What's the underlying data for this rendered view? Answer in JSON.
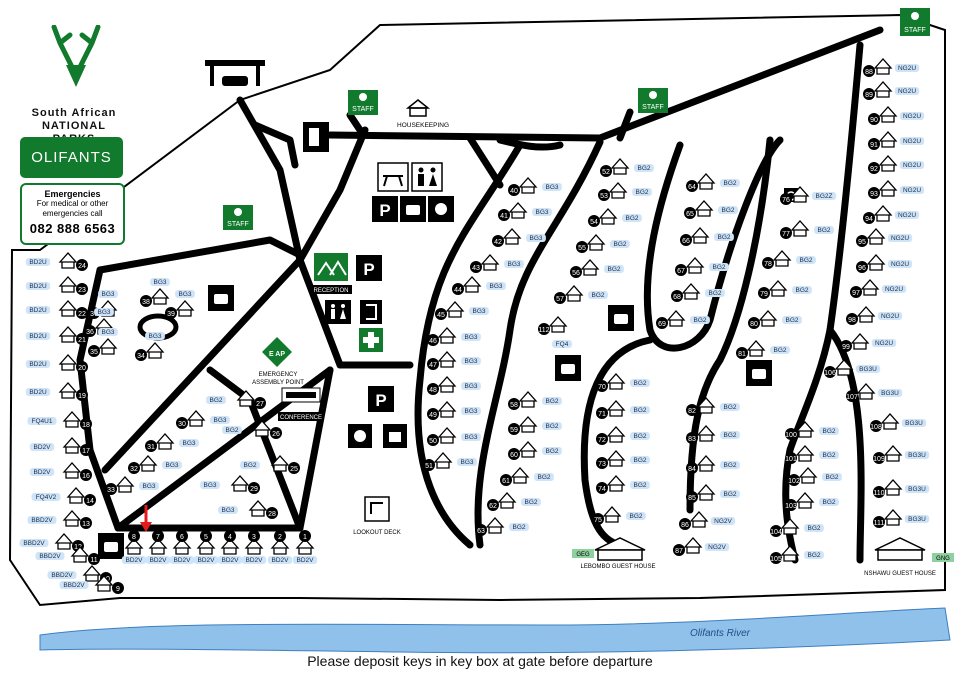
{
  "brand": {
    "name_line1": "South African",
    "name_line2": "NATIONAL PARKS",
    "camp": "OLIFANTS"
  },
  "emergency": {
    "title": "Emergencies",
    "line1": "For medical or other",
    "line2": "emergencies call",
    "phone": "082 888 6563"
  },
  "labels": {
    "staff": "STAFF",
    "housekeeping": "HOUSEKEEPING",
    "reception": "RECEPTION",
    "emergency_sign": "E  AP",
    "emergency_point_1": "EMERGENCY",
    "emergency_point_2": "ASSEMBLY POINT",
    "conference": "CONFERENCE",
    "lookout": "LOOKOUT DECK",
    "lebombo": "LEBOMBO GUEST HOUSE",
    "nshawu": "NSHAWU GUEST HOUSE",
    "river": "Olifants River",
    "geg": "GEG",
    "gng": "GNG"
  },
  "footer": "Please deposit keys in key box at gate before departure",
  "units": [
    {
      "n": "24",
      "c": "BD2U"
    },
    {
      "n": "23",
      "c": "BD2U"
    },
    {
      "n": "22",
      "c": "BD2U"
    },
    {
      "n": "21",
      "c": "BD2U"
    },
    {
      "n": "20",
      "c": "BD2U"
    },
    {
      "n": "19",
      "c": "BD2U"
    },
    {
      "n": "18",
      "c": "FQ4U1"
    },
    {
      "n": "17",
      "c": "BD2V"
    },
    {
      "n": "16",
      "c": "BD2V"
    },
    {
      "n": "14",
      "c": "FQ4V2"
    },
    {
      "n": "13",
      "c": "BBD2V"
    },
    {
      "n": "12",
      "c": "BBD2V"
    },
    {
      "n": "11",
      "c": "BBD2V"
    },
    {
      "n": "10",
      "c": "BBD2V"
    },
    {
      "n": "9",
      "c": "BBD2V"
    },
    {
      "n": "8",
      "c": "BD2V"
    },
    {
      "n": "7",
      "c": "BD2V"
    },
    {
      "n": "6",
      "c": "BD2V"
    },
    {
      "n": "5",
      "c": "BD2V"
    },
    {
      "n": "4",
      "c": "BD2V"
    },
    {
      "n": "3",
      "c": "BD2V"
    },
    {
      "n": "2",
      "c": "BD2V"
    },
    {
      "n": "1",
      "c": "BD2V"
    },
    {
      "n": "38",
      "c": "BG3"
    },
    {
      "n": "39",
      "c": "BG3"
    },
    {
      "n": "37",
      "c": "BG3"
    },
    {
      "n": "36",
      "c": "BG3"
    },
    {
      "n": "35",
      "c": "BG3"
    },
    {
      "n": "34",
      "c": "BG3"
    },
    {
      "n": "30",
      "c": "BG3"
    },
    {
      "n": "31",
      "c": "BG3"
    },
    {
      "n": "32",
      "c": "BG3"
    },
    {
      "n": "33",
      "c": "BG3"
    },
    {
      "n": "29",
      "c": "BG3"
    },
    {
      "n": "28",
      "c": "BG3"
    },
    {
      "n": "27",
      "c": "BG2"
    },
    {
      "n": "26",
      "c": "BG2"
    },
    {
      "n": "25",
      "c": "BG2"
    },
    {
      "n": "40",
      "c": "BG3"
    },
    {
      "n": "41",
      "c": "BG3"
    },
    {
      "n": "42",
      "c": "BG3"
    },
    {
      "n": "43",
      "c": "BG3"
    },
    {
      "n": "44",
      "c": "BG3"
    },
    {
      "n": "45",
      "c": "BG3"
    },
    {
      "n": "46",
      "c": "BG3"
    },
    {
      "n": "47",
      "c": "BG3"
    },
    {
      "n": "48",
      "c": "BG3"
    },
    {
      "n": "49",
      "c": "BG3"
    },
    {
      "n": "50",
      "c": "BG3"
    },
    {
      "n": "51",
      "c": "BG3"
    },
    {
      "n": "52",
      "c": "BG2"
    },
    {
      "n": "53",
      "c": "BG2"
    },
    {
      "n": "54",
      "c": "BG2"
    },
    {
      "n": "55",
      "c": "BG2"
    },
    {
      "n": "56",
      "c": "BG2"
    },
    {
      "n": "57",
      "c": "BG2"
    },
    {
      "n": "112",
      "c": "FQ4"
    },
    {
      "n": "58",
      "c": "BG2"
    },
    {
      "n": "59",
      "c": "BG2"
    },
    {
      "n": "60",
      "c": "BG2"
    },
    {
      "n": "61",
      "c": "BG2"
    },
    {
      "n": "62",
      "c": "BG2"
    },
    {
      "n": "63",
      "c": "BG2"
    },
    {
      "n": "64",
      "c": "BG2"
    },
    {
      "n": "65",
      "c": "BG2"
    },
    {
      "n": "66",
      "c": "BG2"
    },
    {
      "n": "67",
      "c": "BG2"
    },
    {
      "n": "68",
      "c": "BG2"
    },
    {
      "n": "69",
      "c": "BG2"
    },
    {
      "n": "70",
      "c": "BG2"
    },
    {
      "n": "71",
      "c": "BG2"
    },
    {
      "n": "72",
      "c": "BG2"
    },
    {
      "n": "73",
      "c": "BG2"
    },
    {
      "n": "74",
      "c": "BG2"
    },
    {
      "n": "75",
      "c": "BG2"
    },
    {
      "n": "76",
      "c": "BG2Z"
    },
    {
      "n": "77",
      "c": "BG2"
    },
    {
      "n": "78",
      "c": "BG2"
    },
    {
      "n": "79",
      "c": "BG2"
    },
    {
      "n": "80",
      "c": "BG2"
    },
    {
      "n": "81",
      "c": "BG2"
    },
    {
      "n": "82",
      "c": "BG2"
    },
    {
      "n": "83",
      "c": "BG2"
    },
    {
      "n": "84",
      "c": "BG2"
    },
    {
      "n": "85",
      "c": "BG2"
    },
    {
      "n": "86",
      "c": "NG2V"
    },
    {
      "n": "87",
      "c": "NG2V"
    },
    {
      "n": "88",
      "c": "NG2U"
    },
    {
      "n": "89",
      "c": "NG2U"
    },
    {
      "n": "90",
      "c": "NG2U"
    },
    {
      "n": "91",
      "c": "NG2U"
    },
    {
      "n": "92",
      "c": "NG2U"
    },
    {
      "n": "93",
      "c": "NG2U"
    },
    {
      "n": "94",
      "c": "NG2U"
    },
    {
      "n": "95",
      "c": "NG2U"
    },
    {
      "n": "96",
      "c": "NG2U"
    },
    {
      "n": "97",
      "c": "NG2U"
    },
    {
      "n": "98",
      "c": "NG2U"
    },
    {
      "n": "99",
      "c": "NG2U"
    },
    {
      "n": "106",
      "c": "BG3U"
    },
    {
      "n": "107",
      "c": "BG3U"
    },
    {
      "n": "108",
      "c": "BG3U"
    },
    {
      "n": "109",
      "c": "BG3U"
    },
    {
      "n": "110",
      "c": "BG3U"
    },
    {
      "n": "111",
      "c": "BG3U"
    },
    {
      "n": "100",
      "c": "BG2"
    },
    {
      "n": "101",
      "c": "BG2"
    },
    {
      "n": "102",
      "c": "BG2"
    },
    {
      "n": "103",
      "c": "BG2"
    },
    {
      "n": "104",
      "c": "BG2"
    },
    {
      "n": "105",
      "c": "BG2"
    }
  ],
  "colors": {
    "road": "#000000",
    "green": "#117a2c",
    "river": "#8fc1ea",
    "code_bg": "#cfe4f7",
    "marker": "#e31b1b"
  }
}
